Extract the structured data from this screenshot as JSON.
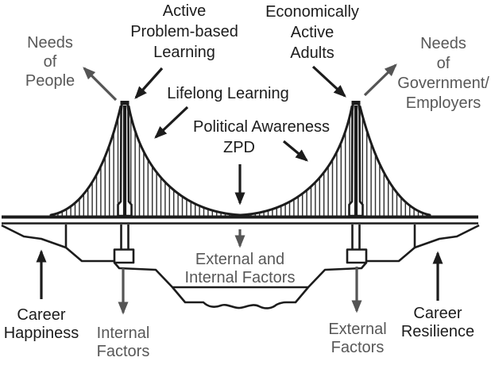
{
  "diagram": {
    "title_hint": "suspension-bridge career metaphor diagram",
    "colors": {
      "ink": "#1c1c1c",
      "gray": "#585858",
      "background": "#ffffff"
    },
    "labels": {
      "needs_of_people": "Needs\nof\nPeople",
      "active_problem_based_learning": "Active\nProblem-based\nLearning",
      "economically_active_adults": "Economically\nActive\nAdults",
      "needs_of_government_employers": "Needs\nof\nGovernment/\nEmployers",
      "lifelong_learning": "Lifelong Learning",
      "political_awareness": "Political Awareness",
      "zpd": "ZPD",
      "external_and_internal_factors": "External and\nInternal Factors",
      "career_happiness": "Career\nHappiness",
      "internal_factors": "Internal\nFactors",
      "external_factors": "External\nFactors",
      "career_resilience": "Career\nResilience"
    }
  }
}
